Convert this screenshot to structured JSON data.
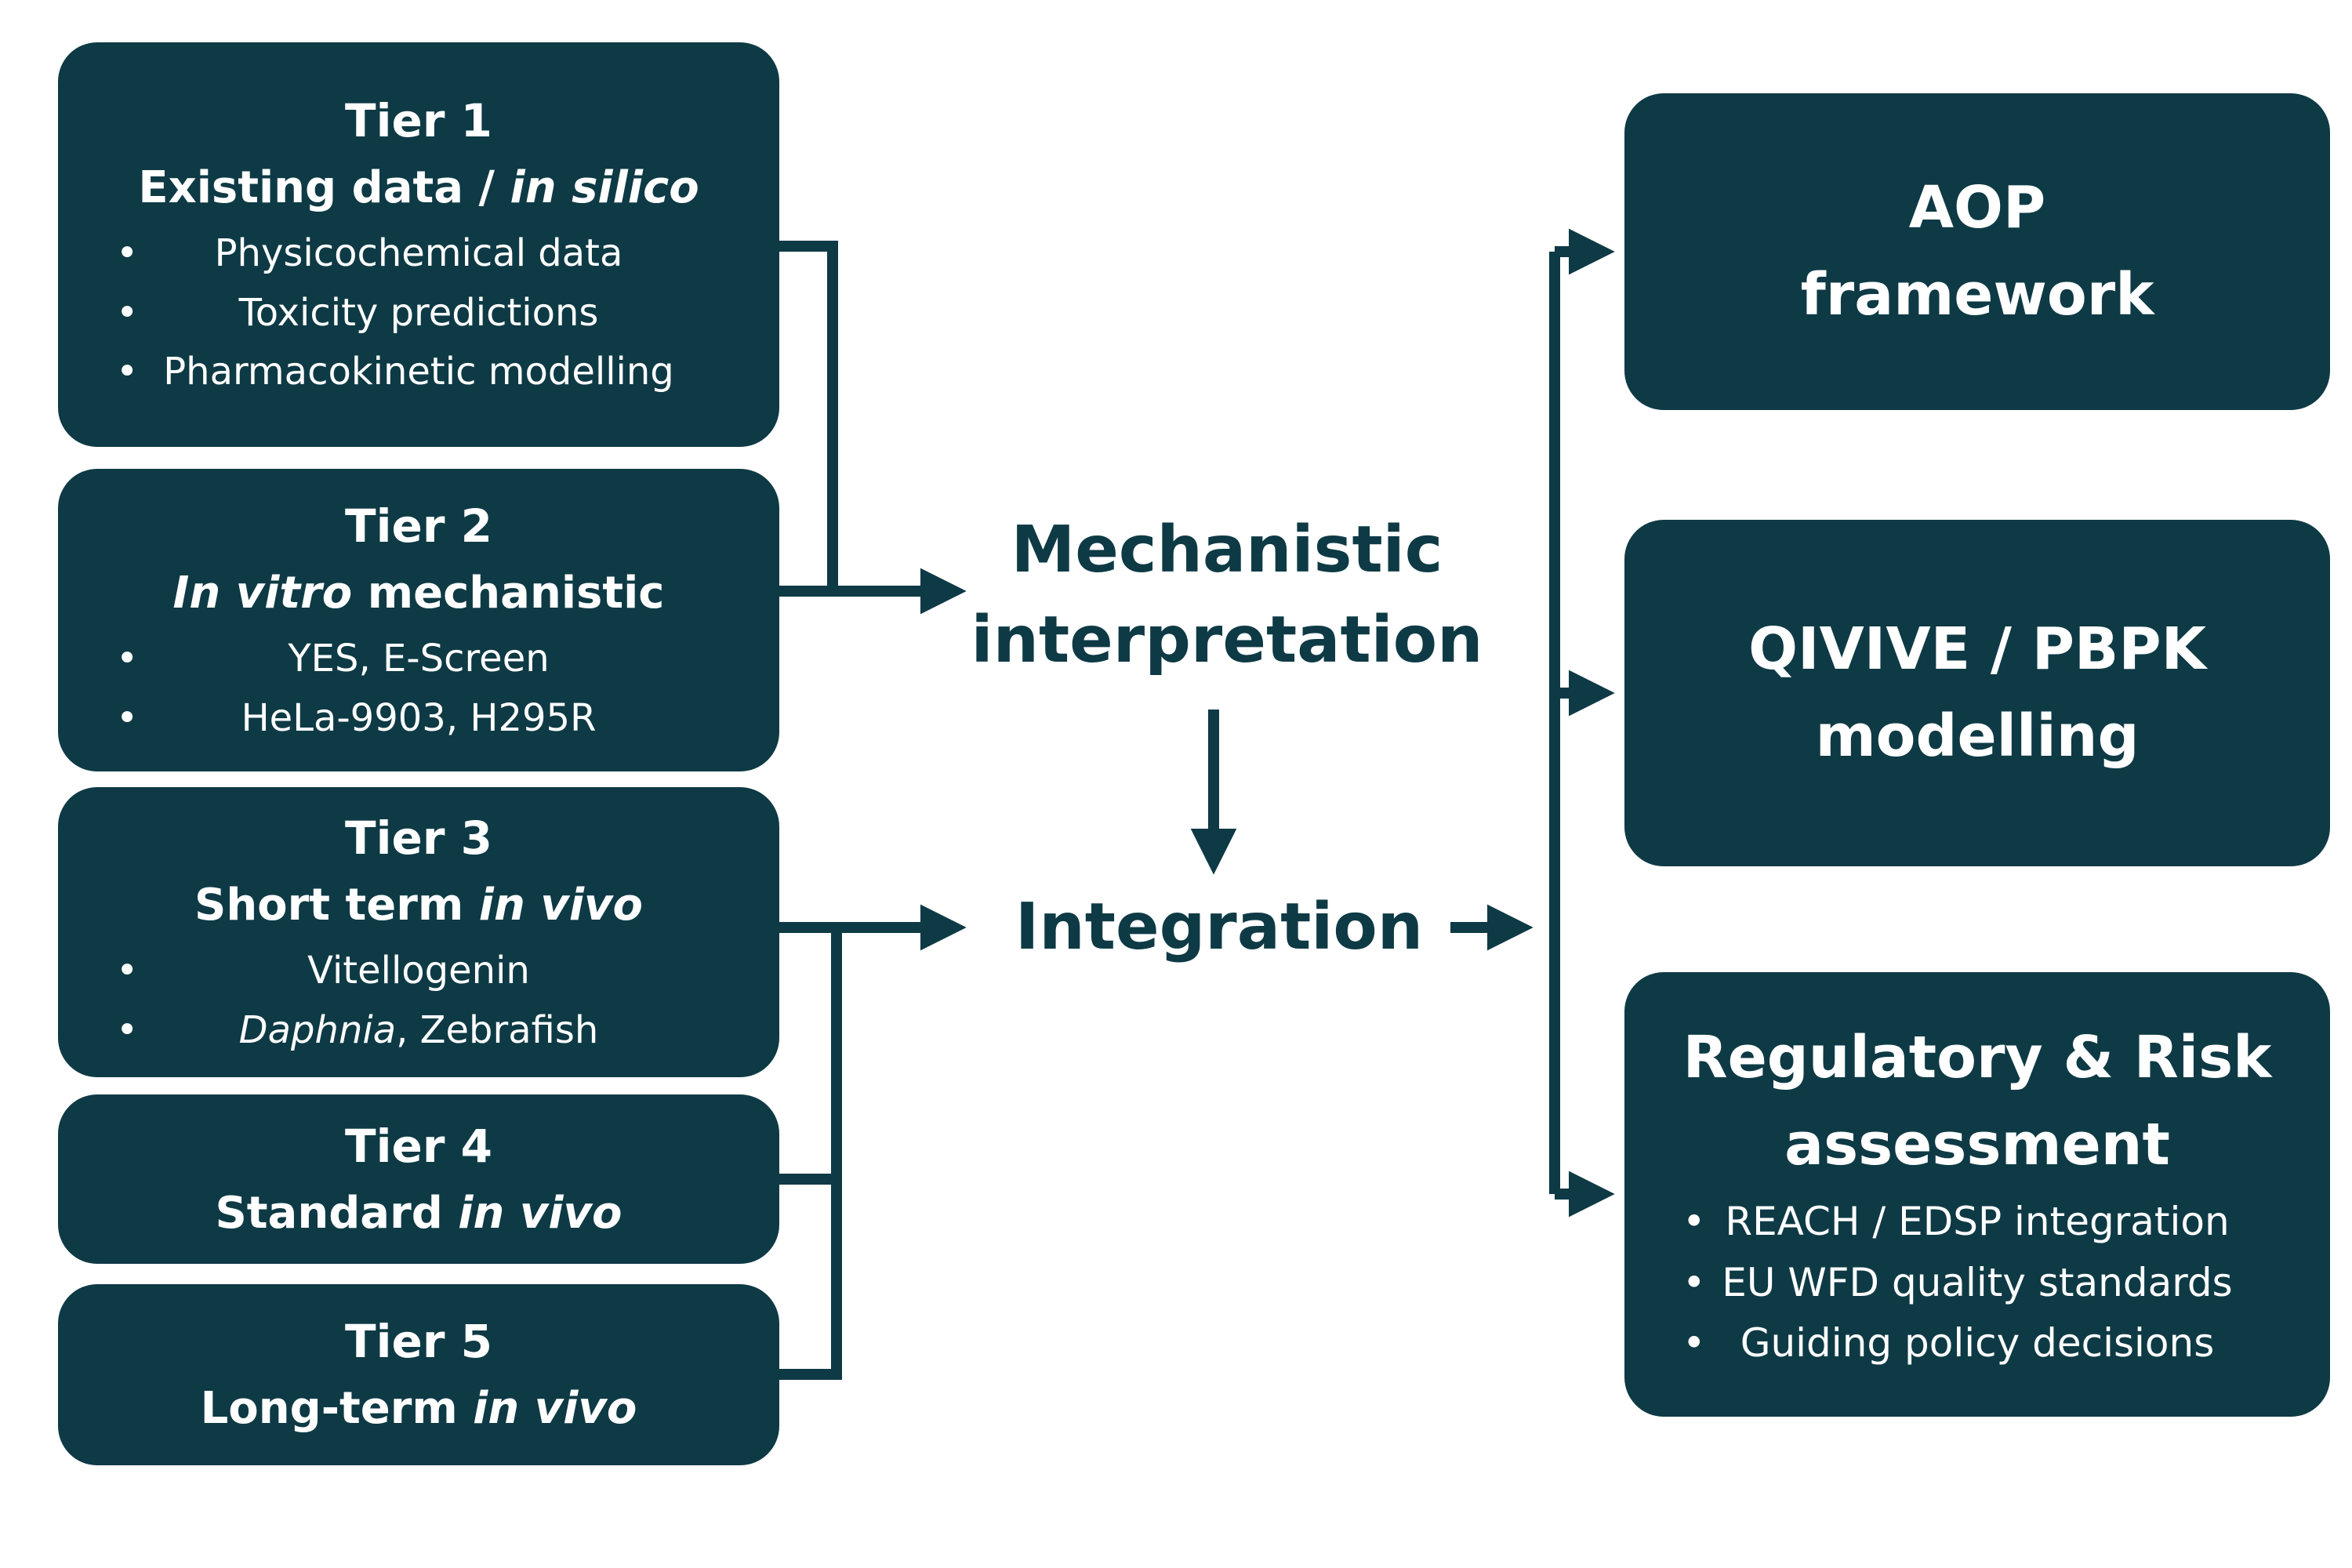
{
  "colors": {
    "box_fill": "#0e3a45",
    "box_text": "#ffffff",
    "label_text": "#0e3a45",
    "background": "#ffffff"
  },
  "left_column": {
    "tier1": {
      "title": "Tier 1",
      "subtitle": {
        "pre": "Existing data / ",
        "italic": "in silico",
        "post": ""
      },
      "bullets": [
        "Physicochemical data",
        "Toxicity predictions",
        "Pharmacokinetic modelling"
      ]
    },
    "tier2": {
      "title": "Tier 2",
      "subtitle": {
        "pre": "",
        "italic": "In vitro",
        "post": " mechanistic"
      },
      "bullets": [
        "YES, E-Screen",
        "HeLa-9903, H295R"
      ]
    },
    "tier3": {
      "title": "Tier 3",
      "subtitle": {
        "pre": "Short term ",
        "italic": "in vivo",
        "post": ""
      },
      "bullet1": "Vitellogenin",
      "bullet2": {
        "italic": "Daphnia",
        "post": ", Zebrafish"
      }
    },
    "tier4": {
      "title": "Tier 4",
      "subtitle": {
        "pre": "Standard ",
        "italic": "in vivo",
        "post": ""
      }
    },
    "tier5": {
      "title": "Tier 5",
      "subtitle": {
        "pre": "Long-term ",
        "italic": "in vivo",
        "post": ""
      }
    }
  },
  "flow_labels": {
    "mechanistic": {
      "line1": "Mechanistic",
      "line2": "interpretation"
    },
    "integration": "Integration"
  },
  "right_column": {
    "aop": {
      "line1": "AOP",
      "line2": "framework"
    },
    "qivive": {
      "line1": "QIVIVE / PBPK",
      "line2": "modelling"
    },
    "regulatory": {
      "line1": "Regulatory & Risk",
      "line2": "assessment",
      "bullets": [
        "REACH / EDSP integration",
        "EU WFD quality standards",
        "Guiding policy decisions"
      ]
    }
  }
}
